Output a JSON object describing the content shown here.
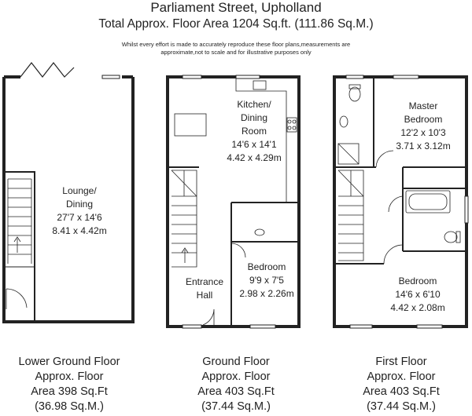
{
  "header": {
    "title": "Parliament Street, Upholland",
    "subtitle": "Total Approx. Floor Area 1204 Sq.ft. (111.86 Sq.M.)",
    "disclaimer_line1": "Whilst every effort is made to accurately reproduce these floor plans,measurements are",
    "disclaimer_line2": "approximate,not to scale and for illustrative purposes only"
  },
  "floors": [
    {
      "caption": [
        "Lower Ground Floor",
        "Approx. Floor",
        "Area 398 Sq.Ft",
        "(36.98 Sq.M.)"
      ],
      "rooms": [
        {
          "lines": [
            "Lounge/",
            "Dining",
            "27'7 x 14'6",
            "8.41 x 4.42m"
          ]
        }
      ]
    },
    {
      "caption": [
        "Ground Floor",
        "Approx. Floor",
        "Area 403 Sq.Ft",
        "(37.44 Sq.M.)"
      ],
      "rooms": [
        {
          "lines": [
            "Kitchen/",
            "Dining",
            "Room",
            "14'6 x 14'1",
            "4.42 x 4.29m"
          ]
        },
        {
          "lines": [
            "Bedroom",
            "9'9 x 7'5",
            "2.98 x 2.26m"
          ]
        },
        {
          "lines": [
            "Entrance",
            "Hall"
          ]
        }
      ]
    },
    {
      "caption": [
        "First Floor",
        "Approx. Floor",
        "Area 403 Sq.Ft",
        "(37.44 Sq.M.)"
      ],
      "rooms": [
        {
          "lines": [
            "Master",
            "Bedroom",
            "12'2 x 10'3",
            "3.71 x 3.12m"
          ]
        },
        {
          "lines": [
            "Bedroom",
            "14'6 x 6'10",
            "4.42 x 2.08m"
          ]
        }
      ]
    }
  ]
}
